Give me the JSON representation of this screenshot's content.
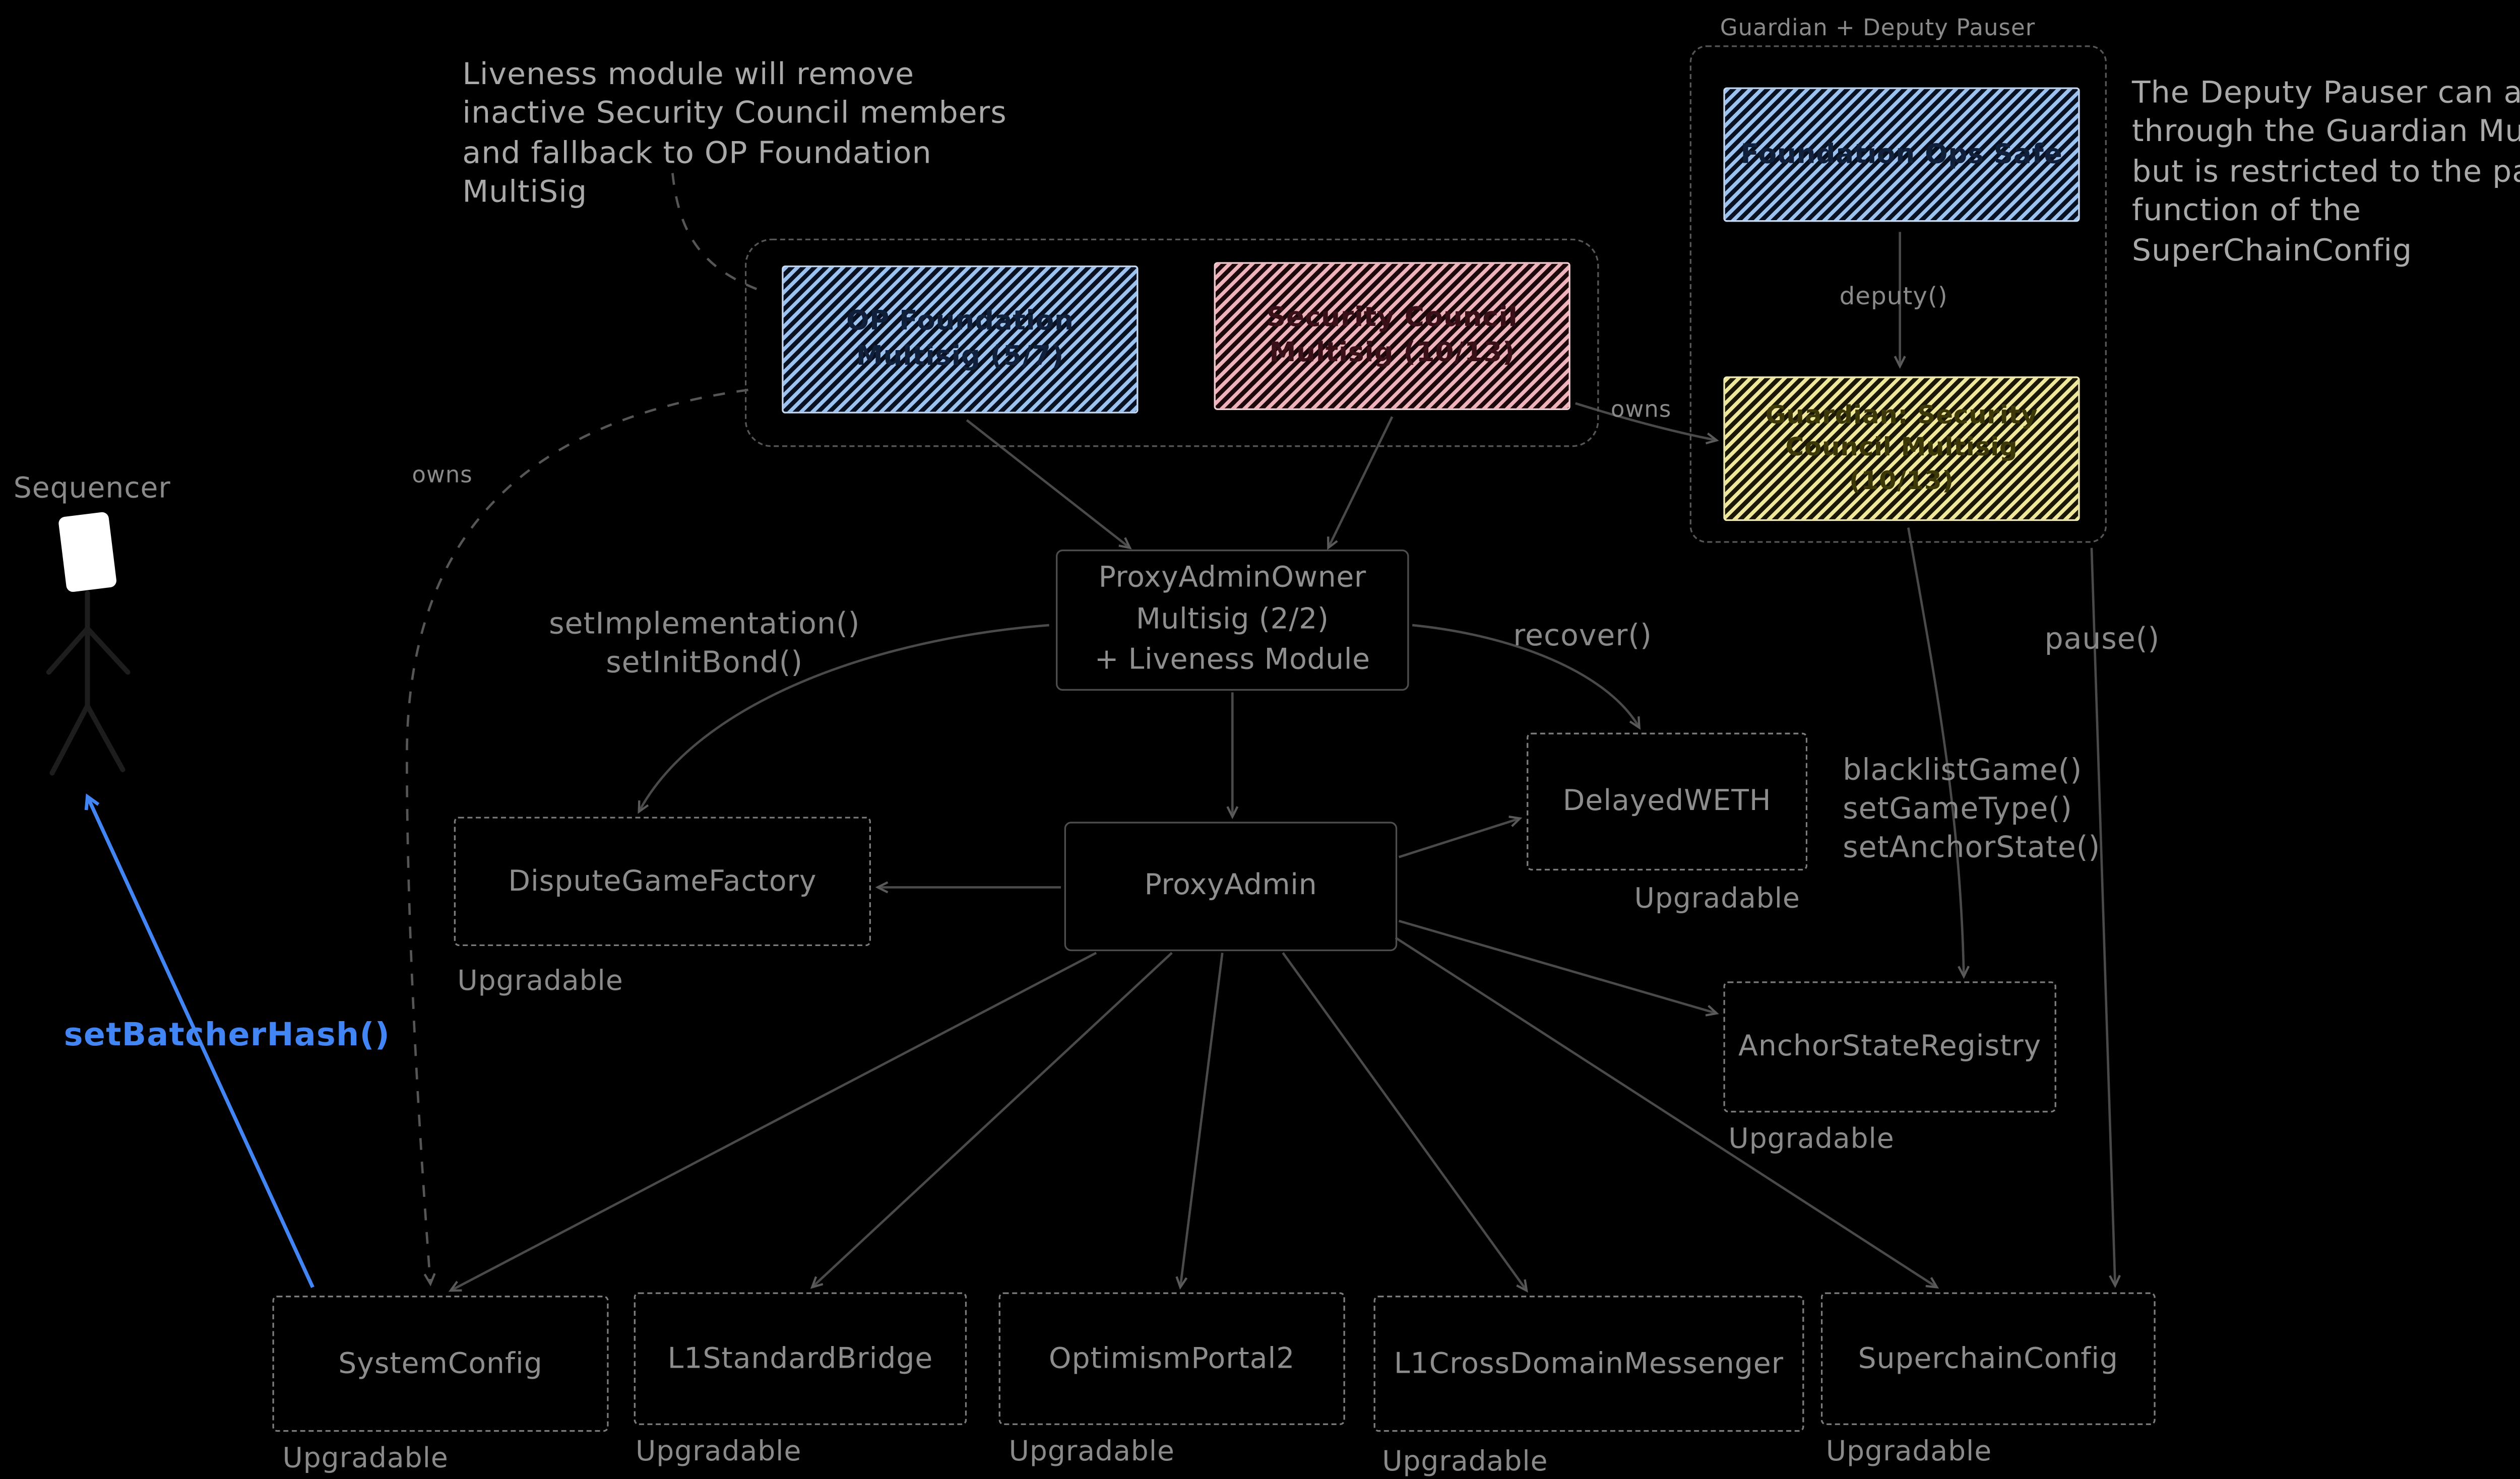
{
  "clusters": {
    "governance": {
      "foundation_box": "OP Foundation\nMultisig (5/7)",
      "council_box": "Security Council\nMultisig (10/13)"
    },
    "guardian": {
      "label": "Guardian + Deputy Pauser",
      "deputy_box": "Foundation Ops Safe",
      "guardian_box": "Guardian: Security\nCouncil Multisig\n(10/13)"
    }
  },
  "nodes": {
    "proxy_admin_owner": "ProxyAdminOwner\nMultisig (2/2)\n+ Liveness Module",
    "proxy_admin": "ProxyAdmin",
    "dispute_game_factory": "DisputeGameFactory",
    "delayed_weth": "DelayedWETH",
    "anchor_state_registry": "AnchorStateRegistry",
    "system_config": "SystemConfig",
    "l1_standard_bridge": "L1StandardBridge",
    "optimism_portal2": "OptimismPortal2",
    "l1_cross_domain_messenger": "L1CrossDomainMessenger",
    "superchain_config": "SuperchainConfig"
  },
  "labels": {
    "upgradable": "Upgradable",
    "owns": "owns",
    "deputy": "deputy()",
    "set_implementation": "setImplementation()\nsetInitBond()",
    "recover": "recover()",
    "pause": "pause()",
    "guardian_actions": "blacklistGame()\nsetGameType()\nsetAnchorState()",
    "set_batcher_hash": "setBatcherHash()",
    "sequencer": "Sequencer"
  },
  "annotations": {
    "liveness_note": "Liveness module will remove\ninactive Security Council members\nand fallback to OP Foundation MultiSig",
    "deputy_pauser_note": "The Deputy Pauser can act\nthrough the Guardian Multisig,\nbut is restricted to the pause()\nfunction of the SuperChainConfig"
  },
  "colors": {
    "background": "#000000",
    "stroke_dim": "#4a4a4a",
    "text_dim": "#8f8f8f",
    "blue_hatch": "#9cc2f0",
    "red_hatch": "#eeb3ba",
    "yellow_hatch": "#efe89a",
    "accent_blue": "#4285f4"
  }
}
